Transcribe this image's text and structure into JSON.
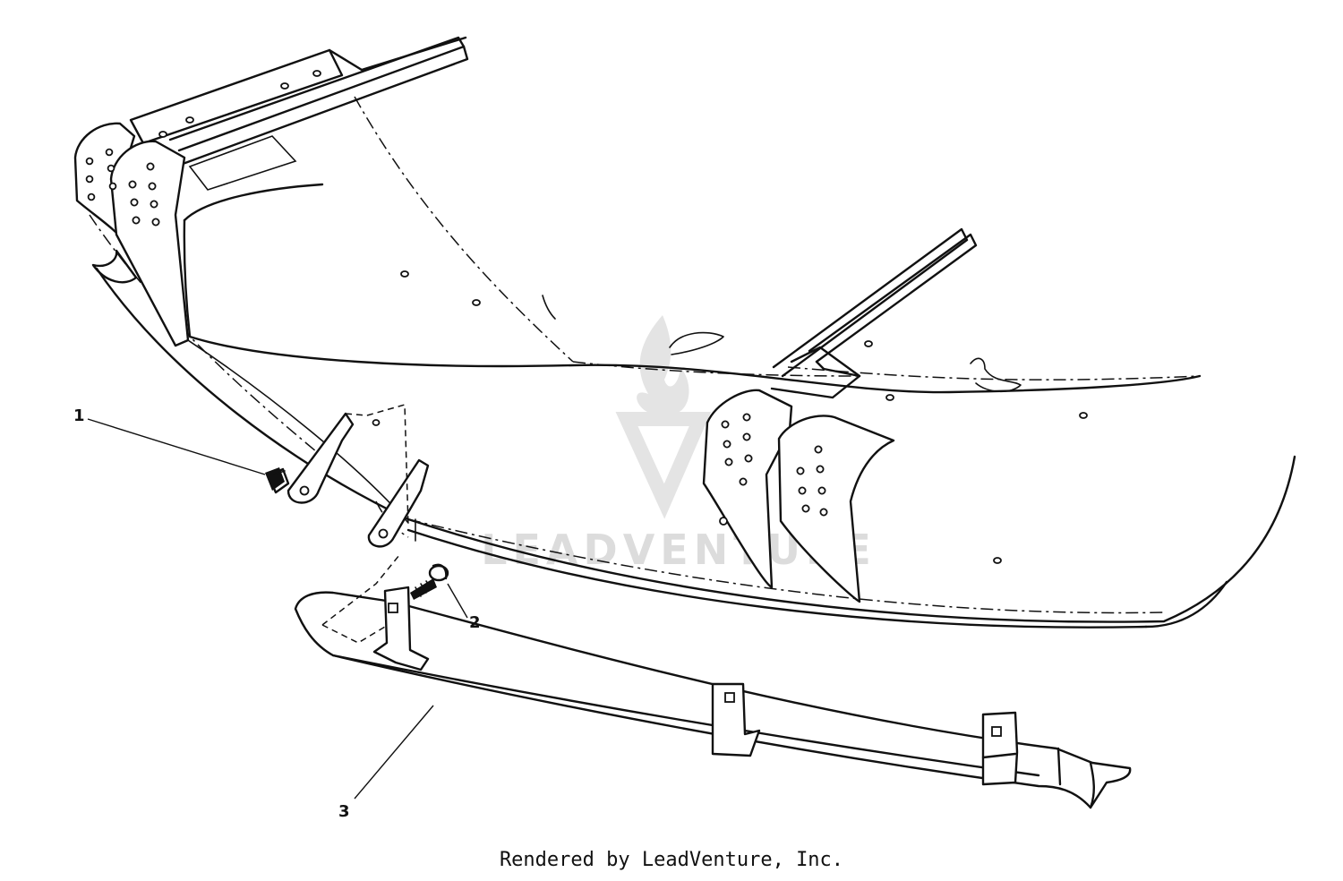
{
  "diagram": {
    "callouts": [
      {
        "id": "1",
        "label": "1"
      },
      {
        "id": "2",
        "label": "2"
      },
      {
        "id": "3",
        "label": "3"
      }
    ],
    "watermark": {
      "text": "LEADVENTURE",
      "icon": "leadventure-flame-logo"
    }
  },
  "footer": {
    "credit": "Rendered by LeadVenture, Inc."
  }
}
